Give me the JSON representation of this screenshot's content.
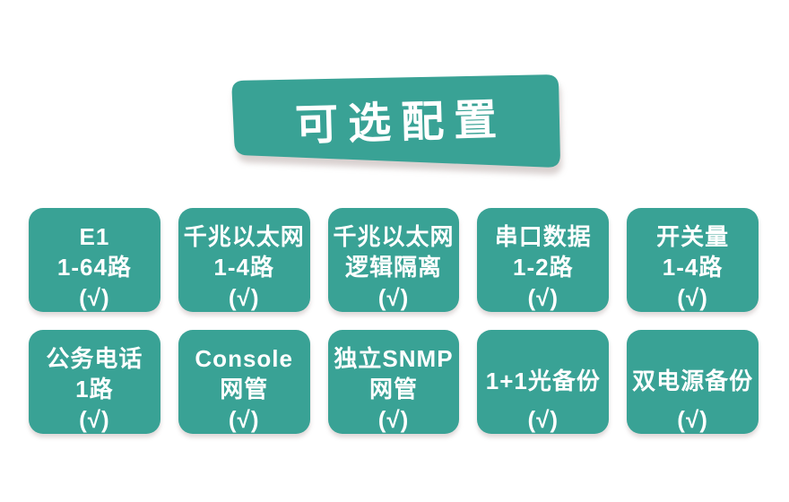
{
  "banner": {
    "title": "可选配置"
  },
  "colors": {
    "accent": "#39A295",
    "on_accent": "#FFFFFF",
    "background": "#FFFFFF"
  },
  "cards": [
    {
      "lines": [
        "E1",
        "1-64路",
        "(√)"
      ]
    },
    {
      "lines": [
        "千兆以太网",
        "1-4路",
        "(√)"
      ]
    },
    {
      "lines": [
        "千兆以太网",
        "逻辑隔离",
        "(√)"
      ]
    },
    {
      "lines": [
        "串口数据",
        "1-2路",
        "(√)"
      ]
    },
    {
      "lines": [
        "开关量",
        "1-4路",
        "(√)"
      ]
    },
    {
      "lines": [
        "公务电话",
        "1路",
        "(√)"
      ]
    },
    {
      "lines": [
        "Console",
        "网管",
        "(√)"
      ]
    },
    {
      "lines": [
        "独立SNMP",
        "网管",
        "(√)"
      ]
    },
    {
      "lines": [
        "1+1光备份",
        "(√)"
      ]
    },
    {
      "lines": [
        "双电源备份",
        "(√)"
      ]
    }
  ]
}
